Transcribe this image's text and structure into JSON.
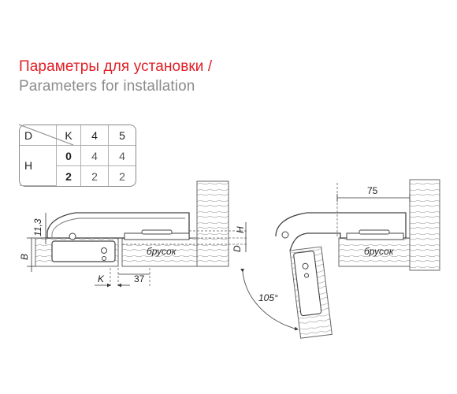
{
  "title": {
    "ru": "Параметры для установки /",
    "en": "Parameters for installation"
  },
  "table": {
    "d_label": "D",
    "k_label": "K",
    "h_label": "H",
    "k_cols": [
      "4",
      "5"
    ],
    "rows": [
      {
        "d": "0",
        "values": [
          "4",
          "4"
        ]
      },
      {
        "d": "2",
        "values": [
          "2",
          "2"
        ]
      }
    ]
  },
  "left_drawing": {
    "dim_11_3": "11,3",
    "dim_b": "B",
    "dim_k": "K",
    "dim_37": "37",
    "dim_h": "H",
    "dim_d": "D",
    "bar_label": "брусок"
  },
  "right_drawing": {
    "dim_75": "75",
    "bar_label": "брусок",
    "angle_label": "105°"
  },
  "colors": {
    "title_accent": "#e01e25",
    "title_secondary": "#8c8c8c"
  }
}
